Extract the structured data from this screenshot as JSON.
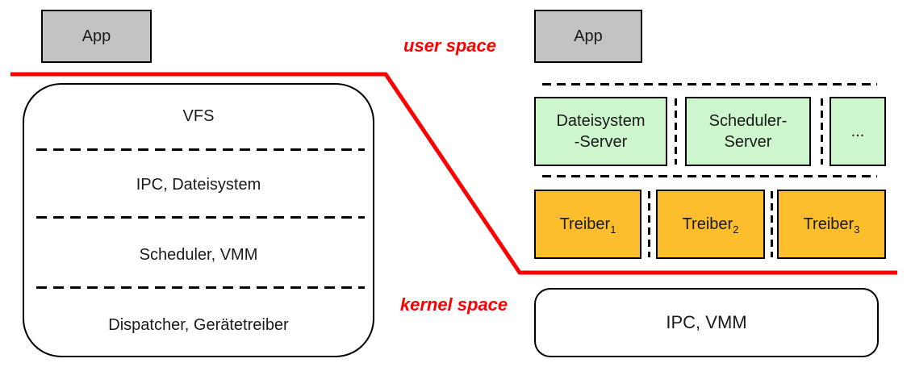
{
  "colors": {
    "red": "#ff0000",
    "gray": "#c3c3c3",
    "green": "#cdf6cd",
    "orange": "#fcbe2d"
  },
  "labels": {
    "user_space": "user space",
    "kernel_space": "kernel space"
  },
  "monolithic": {
    "app_label": "App",
    "layers": [
      {
        "label": "VFS"
      },
      {
        "label": "IPC, Dateisystem"
      },
      {
        "label": "Scheduler, VMM"
      },
      {
        "label": "Dispatcher, Gerätetreiber"
      }
    ]
  },
  "microkernel": {
    "app_label": "App",
    "servers": [
      {
        "line1": "Dateisystem",
        "line2": "-Server"
      },
      {
        "line1": "Scheduler-",
        "line2": "Server"
      },
      {
        "line1": "..."
      }
    ],
    "drivers": [
      {
        "name": "Treiber",
        "subscript": "1"
      },
      {
        "name": "Treiber",
        "subscript": "2"
      },
      {
        "name": "Treiber",
        "subscript": "3"
      }
    ],
    "kernel_label": "IPC, VMM"
  }
}
